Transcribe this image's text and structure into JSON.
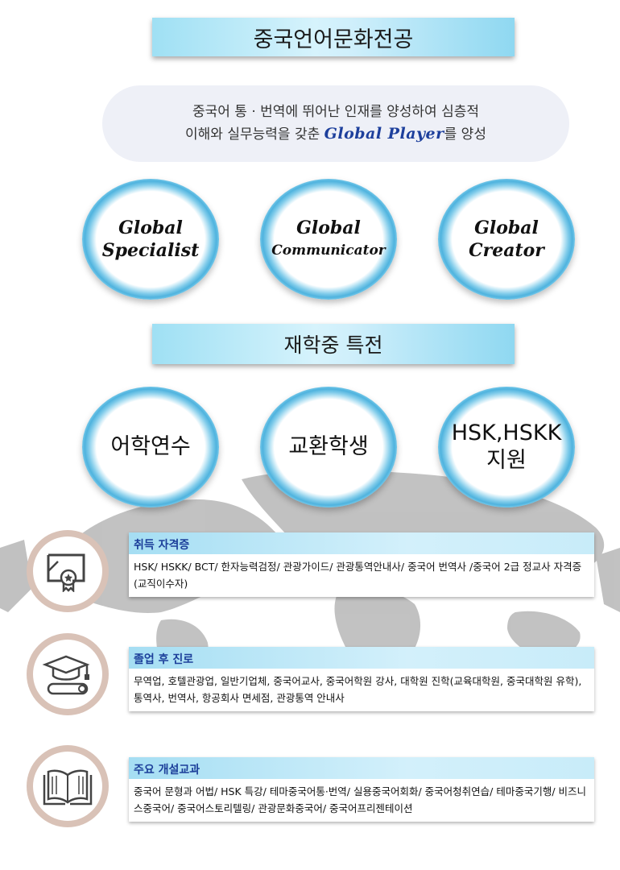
{
  "title": "중국언어문화전공",
  "intro": {
    "line1": "중국어 통 · 번역에 뛰어난 인재를 양성하여 심층적",
    "line2_pre": "이해와 실무능력을 갖춘 ",
    "line2_emph": "Global Player",
    "line2_post": "를 양성"
  },
  "goals": [
    {
      "line1": "Global",
      "line2": "Specialist"
    },
    {
      "line1": "Global",
      "line2": "Communicator"
    },
    {
      "line1": "Global",
      "line2": "Creator"
    }
  ],
  "benefits_title": "재학중 특전",
  "benefits": [
    {
      "line1": "어학연수",
      "line2": ""
    },
    {
      "line1": "교환학생",
      "line2": ""
    },
    {
      "line1": "HSK,HSKK",
      "line2": "지원"
    }
  ],
  "sections": [
    {
      "icon": "certificate-icon",
      "heading": "취득 자격증",
      "text": "HSK/ HSKK/ BCT/ 한자능력검정/ 관광가이드/ 관광통역안내사/ 중국어 번역사 /중국어 2급 정교사 자격증(교직이수자)"
    },
    {
      "icon": "graduation-cap-icon",
      "heading": "졸업 후 진로",
      "text": "무역업, 호텔관광업, 일반기업체, 중국어교사, 중국어학원 강사, 대학원 진학(교육대학원, 중국대학원 유학), 통역사, 번역사, 항공회사 면세점, 관광통역 안내사"
    },
    {
      "icon": "open-book-icon",
      "heading": "주요 개설교과",
      "text": "중국어 문형과 어법/ HSK 특강/ 테마중국어통·번역/ 실용중국어회화/ 중국어청취연습/ 테마중국기행/ 비즈니스중국어/ 중국어스토리텔링/ 관광문화중국어/ 중국어프리젠테이션"
    }
  ],
  "colors": {
    "accent_blue": "#1c3f9a",
    "banner_cyan": "#9fe0f4",
    "icon_ring": "#d9c2b7"
  }
}
